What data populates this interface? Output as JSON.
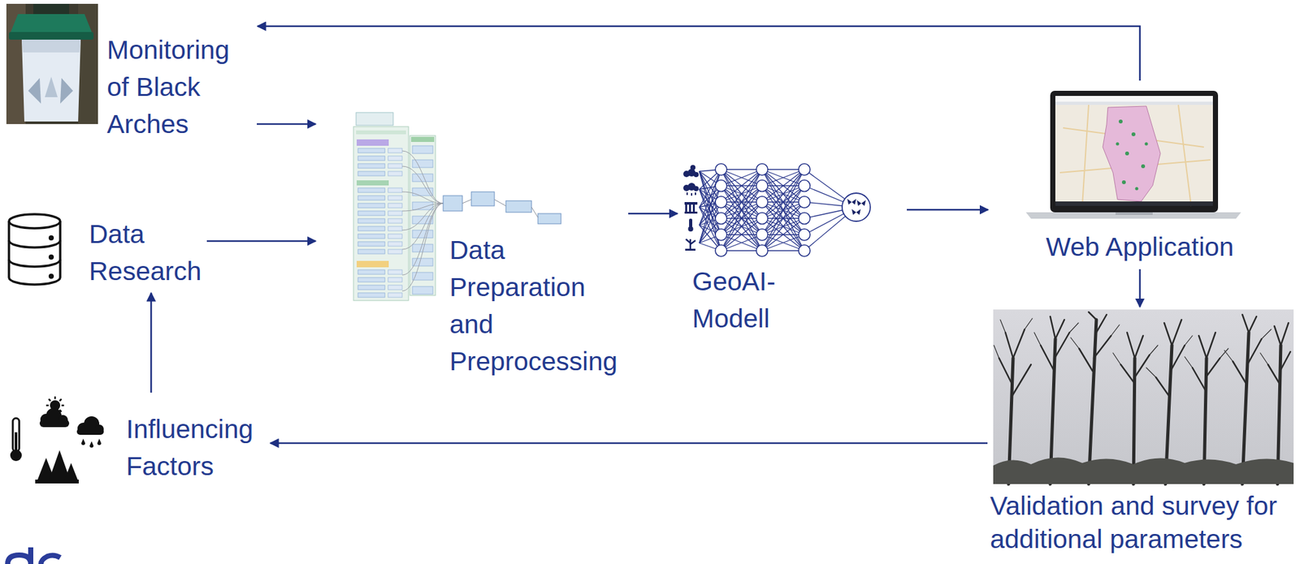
{
  "diagram": {
    "nodes": [
      {
        "text": [
          "Monitoring of Black Arches"
        ]
      },
      {
        "text": [
          "Data Research"
        ]
      },
      {
        "text": [
          "Data Preparation and Preprocessing"
        ]
      },
      {
        "text": [
          "GeoAI-Modell"
        ]
      },
      {
        "text": [
          "Web Application"
        ]
      },
      {
        "text": [
          "Validation and survey for additional parameters"
        ]
      },
      {
        "text": [
          "Influencing Factors"
        ]
      }
    ],
    "edges": [
      {
        "from": 0,
        "to": 2,
        "arrow": "to"
      },
      {
        "from": 1,
        "to": 2,
        "arrow": "to"
      },
      {
        "from": 2,
        "to": 3,
        "arrow": "to"
      },
      {
        "from": 3,
        "to": 4,
        "arrow": "to"
      },
      {
        "from": 4,
        "to": 0,
        "arrow": "to"
      },
      {
        "from": 4,
        "to": 5,
        "arrow": "to"
      },
      {
        "from": 5,
        "to": 6,
        "arrow": "to"
      },
      {
        "from": 6,
        "to": 1,
        "arrow": "to"
      }
    ]
  }
}
